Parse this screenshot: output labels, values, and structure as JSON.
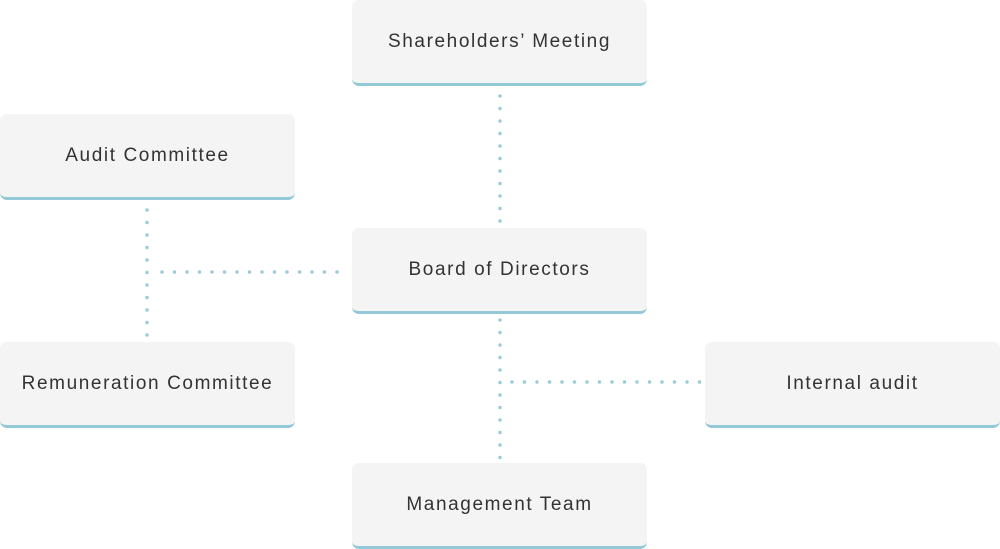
{
  "nodes": {
    "shareholders": "Shareholders’ Meeting",
    "audit": "Audit Committee",
    "board": "Board of Directors",
    "remuneration": "Remuneration Committee",
    "internal_audit": "Internal audit",
    "management": "Management Team"
  },
  "colors": {
    "box_bg": "#f4f4f4",
    "accent": "#93c9d6",
    "connector": "#9ccbd8",
    "text": "#333333"
  }
}
